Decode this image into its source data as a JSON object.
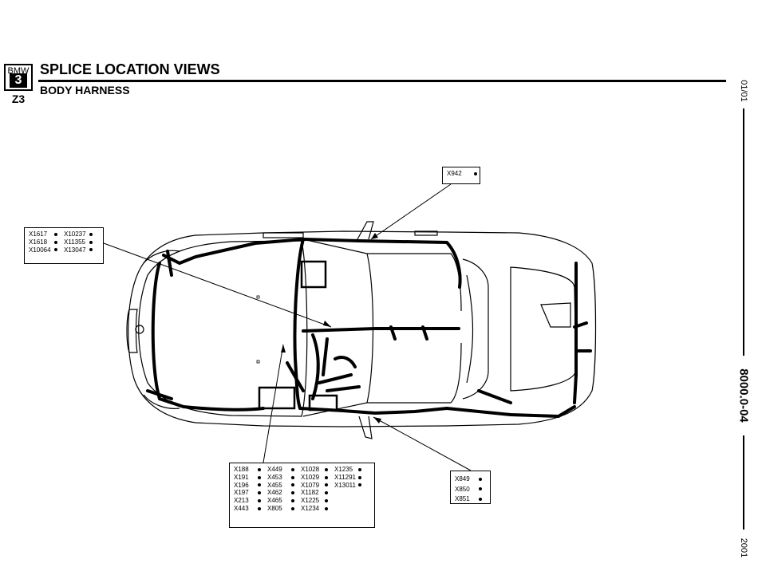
{
  "header": {
    "logo_brand": "BMW",
    "logo_series": "3",
    "logo_model": "Z3",
    "title": "SPLICE LOCATION VIEWS",
    "subtitle": "BODY HARNESS"
  },
  "side": {
    "date": "01/01",
    "page_number": "8000.0-04",
    "year": "2001"
  },
  "callouts": {
    "top_right": {
      "columns": [
        [
          "X942"
        ]
      ]
    },
    "left": {
      "columns": [
        [
          "X1617",
          "X1618",
          "X10064"
        ],
        [
          "X10237",
          "X11355",
          "X13047"
        ]
      ]
    },
    "bottom_center": {
      "columns": [
        [
          "X188",
          "X191",
          "X196",
          "X197",
          "X213",
          "X443"
        ],
        [
          "X449",
          "X453",
          "X455",
          "X462",
          "X465",
          "X805"
        ],
        [
          "X1028",
          "X1029",
          "X1079",
          "X1182",
          "X1225",
          "X1234"
        ],
        [
          "X1235",
          "X11291",
          "X13011"
        ]
      ]
    },
    "bottom_right": {
      "columns": [
        [
          "X849",
          "X850",
          "X851"
        ]
      ]
    }
  },
  "colors": {
    "ink": "#000000",
    "paper": "#ffffff"
  }
}
